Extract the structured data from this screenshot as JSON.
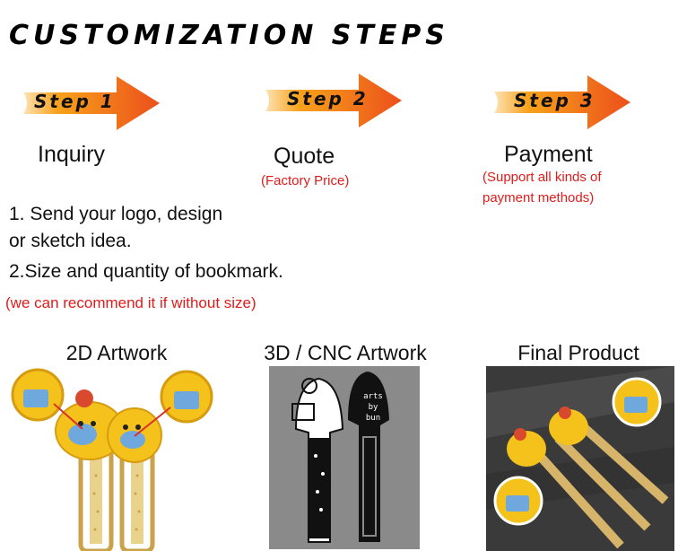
{
  "header": {
    "title": "CUSTOMIZATION STEPS"
  },
  "steps": [
    {
      "label": "Step 1",
      "stage": "Inquiry",
      "note": ""
    },
    {
      "label": "Step 2",
      "stage": "Quote",
      "note": "(Factory Price)"
    },
    {
      "label": "Step 3",
      "stage": "Payment",
      "note_line1": "(Support all kinds of",
      "note_line2": "payment methods)"
    }
  ],
  "instructions": {
    "line1": "1. Send your logo, design",
    "line2": "or sketch idea.",
    "line3": "2.Size and quantity of bookmark.",
    "note": "(we can recommend it if without size)"
  },
  "panels": [
    {
      "title": "2D Artwork"
    },
    {
      "title": "3D / CNC Artwork",
      "art_text": [
        "arts",
        "by",
        "bun"
      ]
    },
    {
      "title": "Final Product"
    }
  ],
  "colors": {
    "arrow_start": "#f7a21b",
    "arrow_end": "#ec4f1b",
    "note_red": "#e31b1b"
  }
}
